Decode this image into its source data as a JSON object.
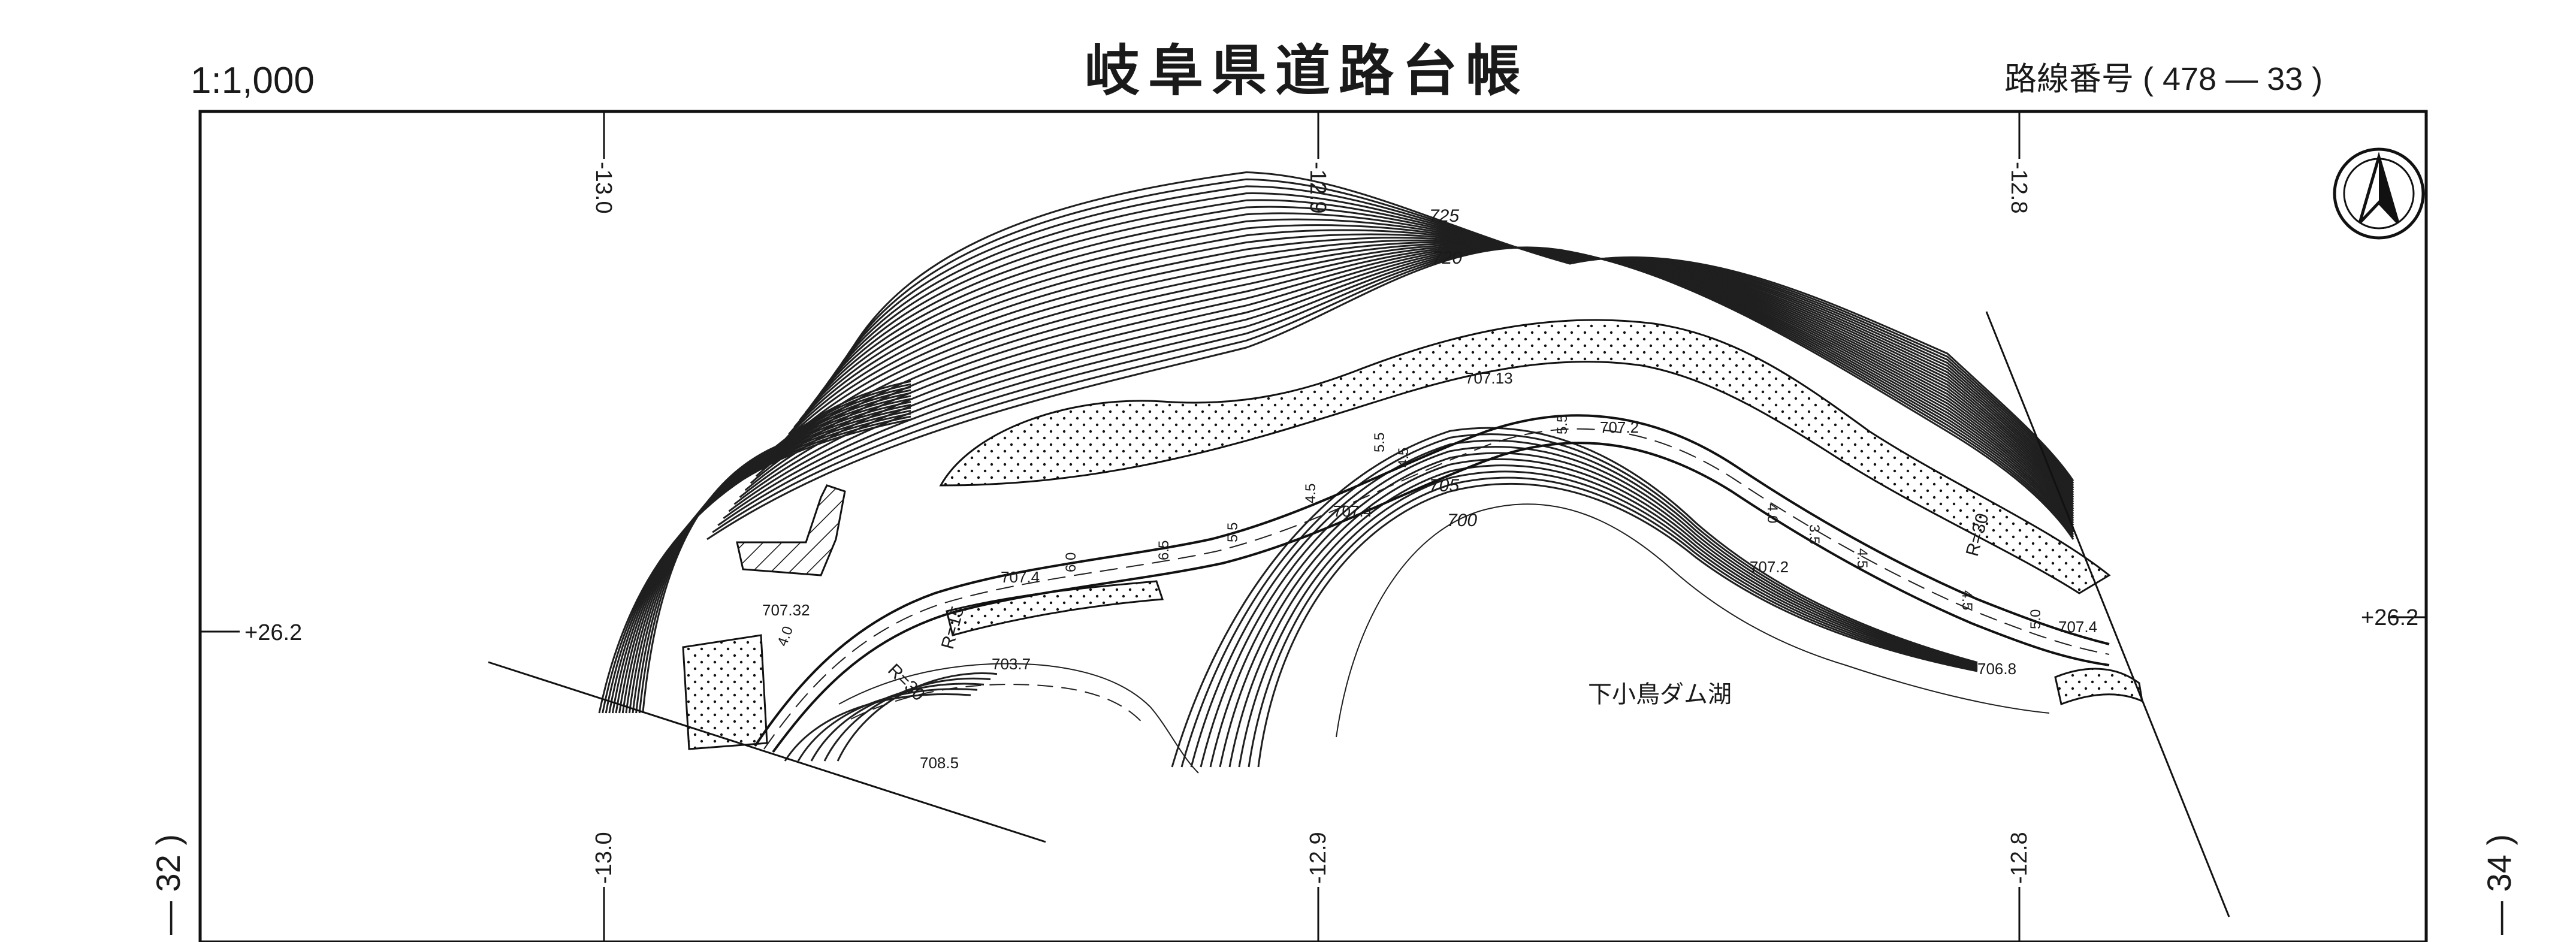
{
  "header": {
    "scale": "1:1,000",
    "title": "岐阜県道路台帳",
    "route_label": "路線番号 ( 478 — 33 )"
  },
  "sheet_refs": {
    "left": "— 32 )",
    "right": "— 34 )"
  },
  "grid": {
    "top": [
      "-13.0",
      "-12.9",
      "-12.8"
    ],
    "bottom": [
      "-13.0",
      "-12.9",
      "-12.8"
    ],
    "left": "+26.2",
    "right": "+26.2"
  },
  "map": {
    "lake_name": "下小鳥ダム湖",
    "contour_labels": [
      "725",
      "720",
      "705",
      "700"
    ],
    "spot_heights": [
      "707.13",
      "707.2",
      "707.4",
      "707.2",
      "707.4",
      "707.32",
      "703.7",
      "708.5",
      "706.8",
      "707.4"
    ],
    "widths": [
      "6.0",
      "6.5",
      "5.5",
      "4.5",
      "5.5",
      "4.5",
      "5.5",
      "4.0",
      "3.5",
      "4.5",
      "5.0",
      "4.5",
      "4.0"
    ],
    "radii": [
      "R=15",
      "R=30",
      "R=30"
    ],
    "north_arrow": "north-arrow-icon"
  }
}
